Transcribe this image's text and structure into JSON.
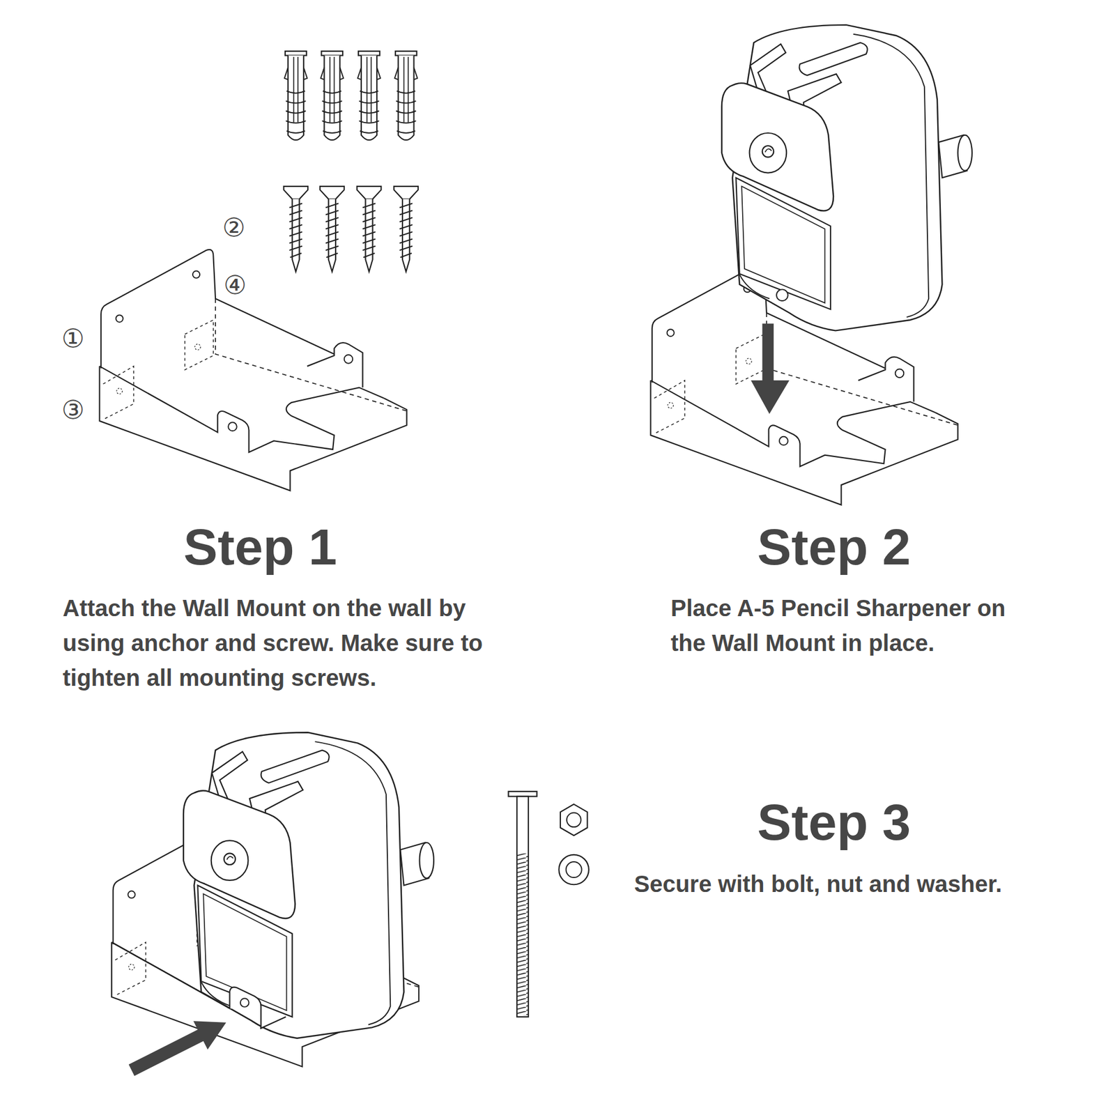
{
  "diagram": {
    "labels": [
      "①",
      "②",
      "③",
      "④",
      "Step 1",
      "Attach the Wall Mount on the wall by using anchor and screw. Make sure to tighten all mounting screws.",
      "Step 2",
      "Place A-5 Pencil Sharpener on the Wall Mount in place.",
      "Step 3",
      "Secure with bolt, nut and washer."
    ]
  }
}
